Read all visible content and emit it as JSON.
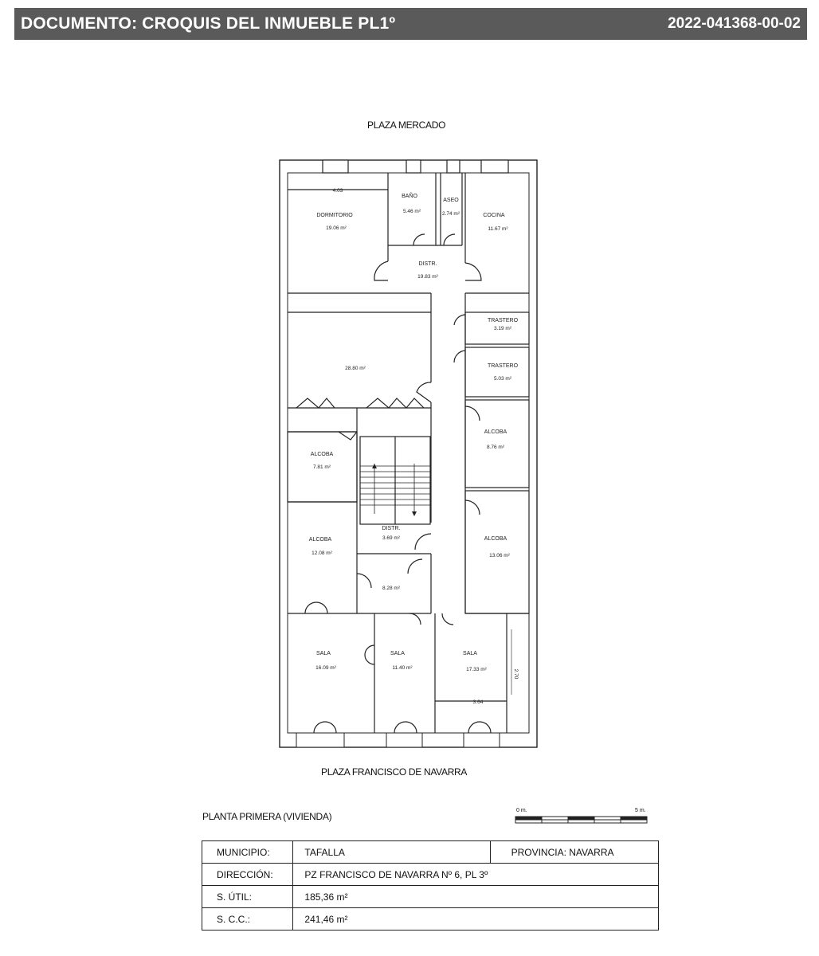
{
  "header": {
    "title": "DOCUMENTO: CROQUIS DEL INMUEBLE PL1º",
    "code": "2022-041368-00-02"
  },
  "plan": {
    "street_top": "PLAZA MERCADO",
    "street_bottom": "PLAZA FRANCISCO DE NAVARRA",
    "rooms": {
      "dormitorio": {
        "label": "DORMITORIO",
        "area": "19.06 m²"
      },
      "bano": {
        "label": "BAÑO",
        "area": "5.46 m²"
      },
      "aseo": {
        "label": "ASEO",
        "area": "2.74 m²"
      },
      "cocina": {
        "label": "COCINA",
        "area": "11.67 m²"
      },
      "distr1": {
        "label": "DISTR.",
        "area": "19.83 m²"
      },
      "trastero1": {
        "label": "TRASTERO",
        "area": "3.19 m²"
      },
      "trastero2": {
        "label": "TRASTERO",
        "area": "5.03 m²"
      },
      "salon": {
        "label": "",
        "area": "28.80 m²"
      },
      "alcoba1": {
        "label": "ALCOBA",
        "area": "8.76 m²"
      },
      "alcoba2": {
        "label": "ALCOBA",
        "area": "7.81 m²"
      },
      "distr2": {
        "label": "DISTR.",
        "area": "3.69 m²"
      },
      "alcoba3": {
        "label": "ALCOBA",
        "area": "12.08 m²"
      },
      "alcoba4": {
        "label": "ALCOBA",
        "area": "13.06 m²"
      },
      "pasillo": {
        "label": "",
        "area": "8.28 m²"
      },
      "sala1": {
        "label": "SALA",
        "area": "16.09 m²"
      },
      "sala2": {
        "label": "SALA",
        "area": "11.40 m²"
      },
      "sala3": {
        "label": "SALA",
        "area": "17.33 m²"
      }
    },
    "dimensions": {
      "top_width": "4.03",
      "bottom_width": "3.64",
      "side_height": "2.70"
    }
  },
  "caption": "PLANTA PRIMERA (VIVIENDA)",
  "scale": {
    "start": "0 m.",
    "end": "5 m."
  },
  "info": {
    "municipio_label": "MUNICIPIO:",
    "municipio_value": "TAFALLA",
    "provincia": "PROVINCIA: NAVARRA",
    "direccion_label": "DIRECCIÓN:",
    "direccion_value": "PZ FRANCISCO DE NAVARRA Nº 6, PL 3º",
    "util_label": "S. ÚTIL:",
    "util_value": "185,36 m²",
    "cc_label": "S. C.C.:",
    "cc_value": "241,46 m²"
  }
}
